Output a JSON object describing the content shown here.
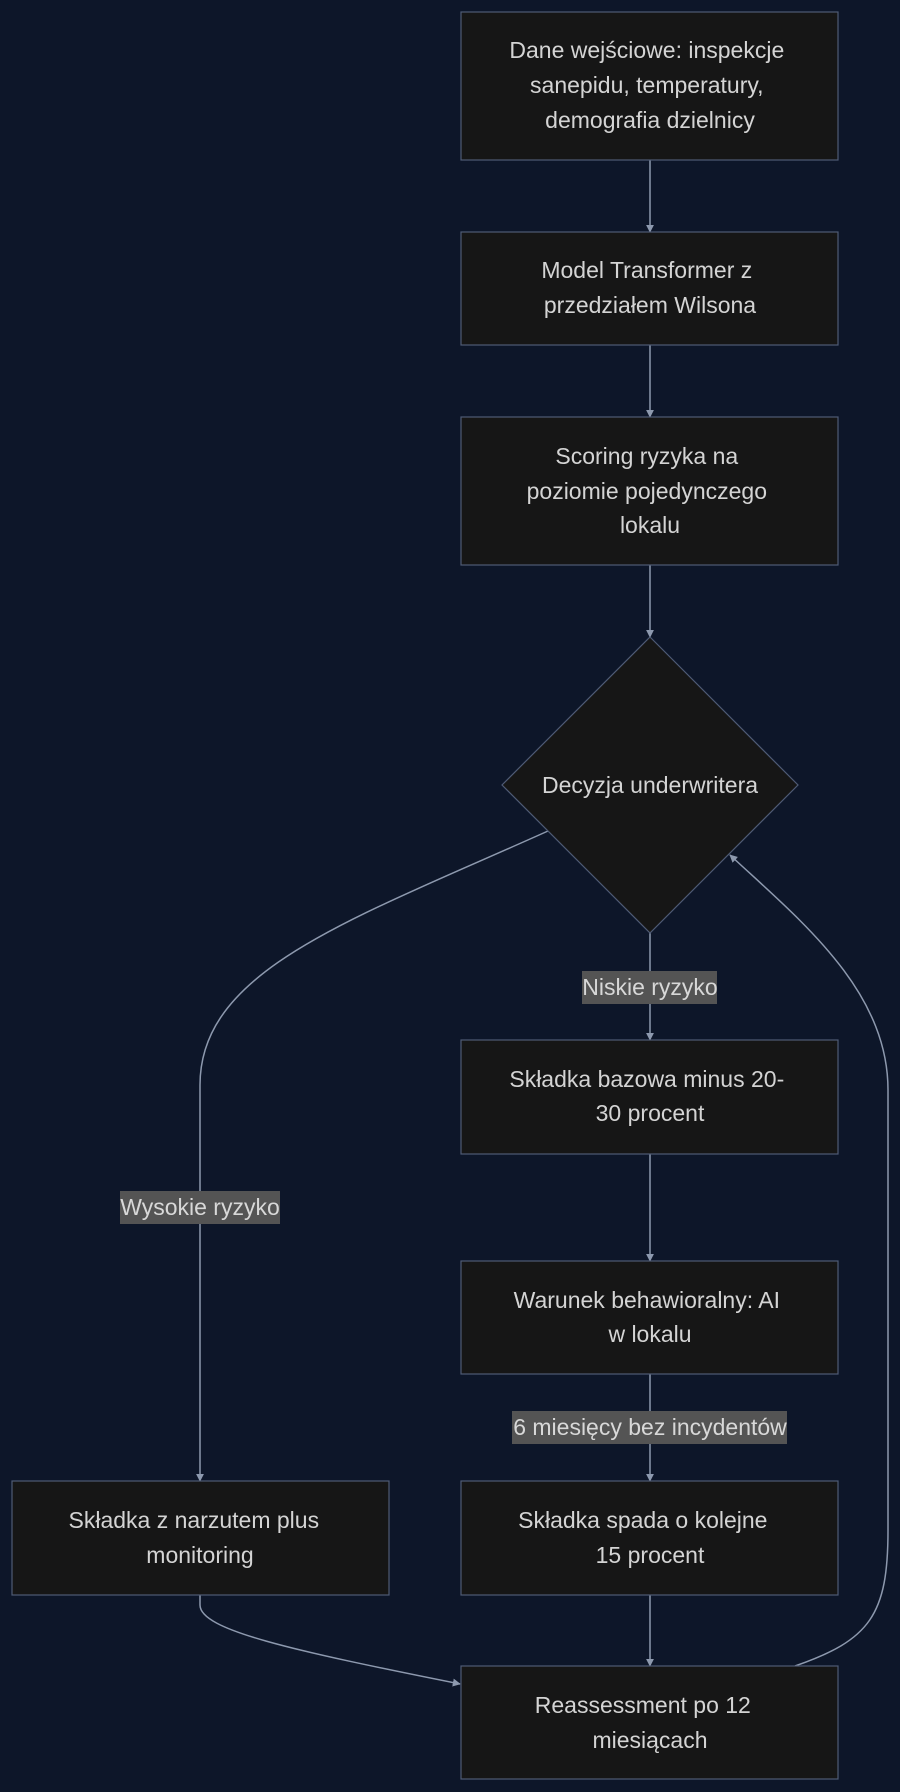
{
  "diagram": {
    "nodes": [
      {
        "id": "inputs",
        "lines": [
          "Dane wejściowe: inspekcje",
          "sanepidu, temperatury,",
          "demografia dzielnicy"
        ]
      },
      {
        "id": "model",
        "lines": [
          "Model Transformer z",
          "przedziałem Wilsona"
        ]
      },
      {
        "id": "scoring",
        "lines": [
          "Scoring ryzyka na",
          "poziomie pojedynczego",
          "lokalu"
        ]
      },
      {
        "id": "decision",
        "lines": [
          "Decyzja underwritera"
        ]
      },
      {
        "id": "base-premium",
        "lines": [
          "Składka bazowa minus 20-",
          "30 procent"
        ]
      },
      {
        "id": "behavioral",
        "lines": [
          "Warunek behawioralny: AI",
          "w lokalu"
        ]
      },
      {
        "id": "surcharge",
        "lines": [
          "Składka z narzutem plus",
          "monitoring"
        ]
      },
      {
        "id": "further-drop",
        "lines": [
          "Składka spada o kolejne",
          "15 procent"
        ]
      },
      {
        "id": "reassessment",
        "lines": [
          "Reassessment po 12",
          "miesiącach"
        ]
      }
    ],
    "edge_labels": {
      "low_risk": "Niskie ryzyko",
      "high_risk": "Wysokie ryzyko",
      "six_months": "6 miesięcy bez incydentów"
    }
  }
}
